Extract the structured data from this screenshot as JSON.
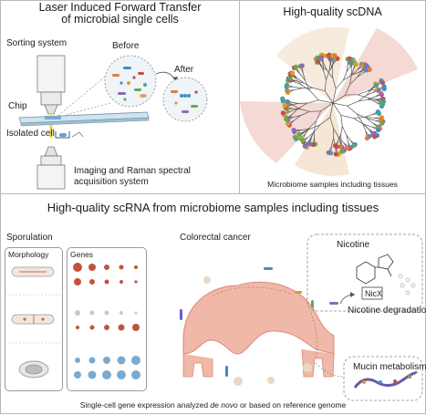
{
  "panel_lift": {
    "title_line1": "Laser Induced Forward Transfer",
    "title_line2": "of microbial single cells",
    "sorting_system": "Sorting system",
    "before": "Before",
    "after": "After",
    "chip": "Chip",
    "isolated_cell": "Isolated cell",
    "imaging_line1": "Imaging and Raman spectral",
    "imaging_line2": "acquisition system"
  },
  "panel_scdna": {
    "title": "High-quality scDNA",
    "caption": "Microbiome samples including tissues"
  },
  "panel_scrna": {
    "title": "High-quality scRNA from microbiome samples including tissues",
    "sporulation": "Sporulation",
    "morphology": "Morphology",
    "genes": "Genes",
    "colorectal_cancer": "Colorectal cancer",
    "nicotine": "Nicotine",
    "nicx": "NicX",
    "nicotine_degradation": "Nicotine degradation",
    "mucin_metabolism": "Mucin metabolism",
    "caption_part1": "Single-cell gene expression analyzed ",
    "caption_italic": "de novo",
    "caption_part2": " or based on reference genome"
  },
  "colors": {
    "border": "#b9b9b9",
    "tissue": "#f0b8a8",
    "tissue_dark": "#d98877",
    "sector_pink": "#f2d2cc",
    "sector_tan": "#f4e3d0",
    "gene_red": "#c0543d",
    "gene_blue": "#7aaad0",
    "gene_grey": "#c9c9c9"
  }
}
